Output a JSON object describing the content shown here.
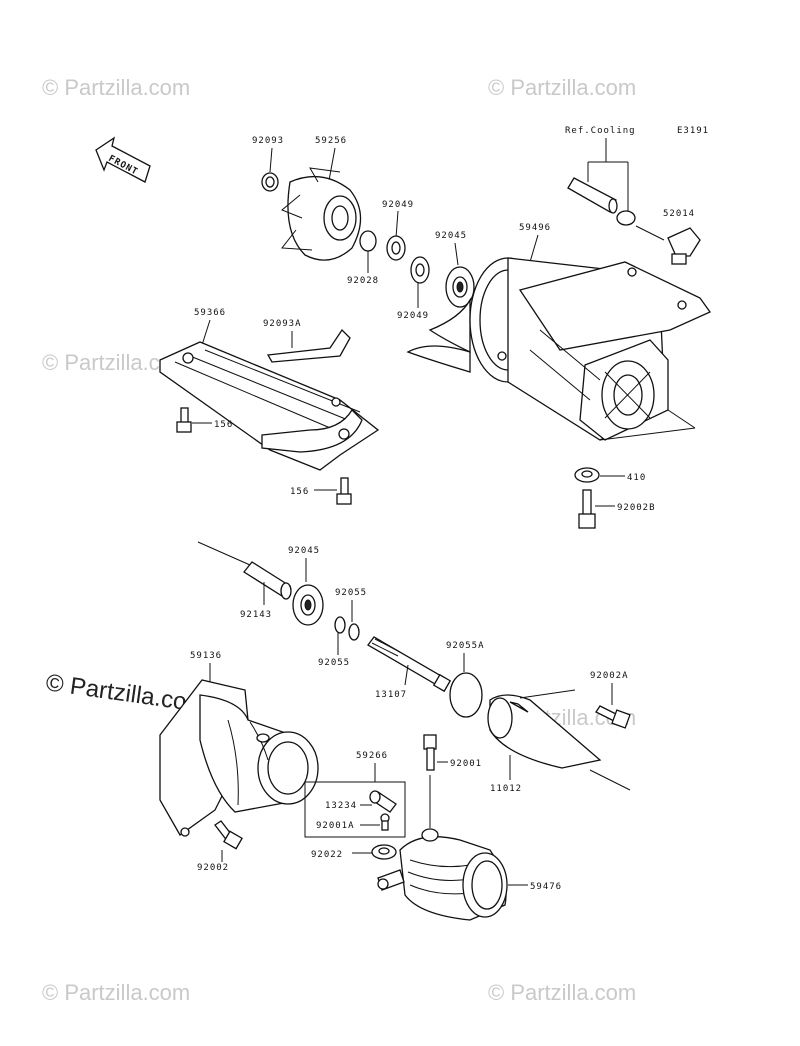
{
  "watermarks": {
    "text": "© Partzilla.com"
  },
  "diagram": {
    "code": "E3191",
    "front_label": "FRONT",
    "ref_cooling": "Ref.Cooling"
  },
  "parts": {
    "p92093": "92093",
    "p59256": "59256",
    "p92049a": "92049",
    "p92045a": "92045",
    "p92028": "92028",
    "p92049b": "92049",
    "p59496": "59496",
    "p52014": "52014",
    "p59366": "59366",
    "p92093A": "92093A",
    "p156a": "156",
    "p156b": "156",
    "p410": "410",
    "p92002B": "92002B",
    "p92045b": "92045",
    "p92055a": "92055",
    "p92143": "92143",
    "p92055b": "92055",
    "p92055A": "92055A",
    "p59136": "59136",
    "p13107": "13107",
    "p92002A": "92002A",
    "p59266": "59266",
    "p92001": "92001",
    "p11012": "11012",
    "p13234": "13234",
    "p92001A": "92001A",
    "p92022": "92022",
    "p92002": "92002",
    "p59476": "59476"
  }
}
